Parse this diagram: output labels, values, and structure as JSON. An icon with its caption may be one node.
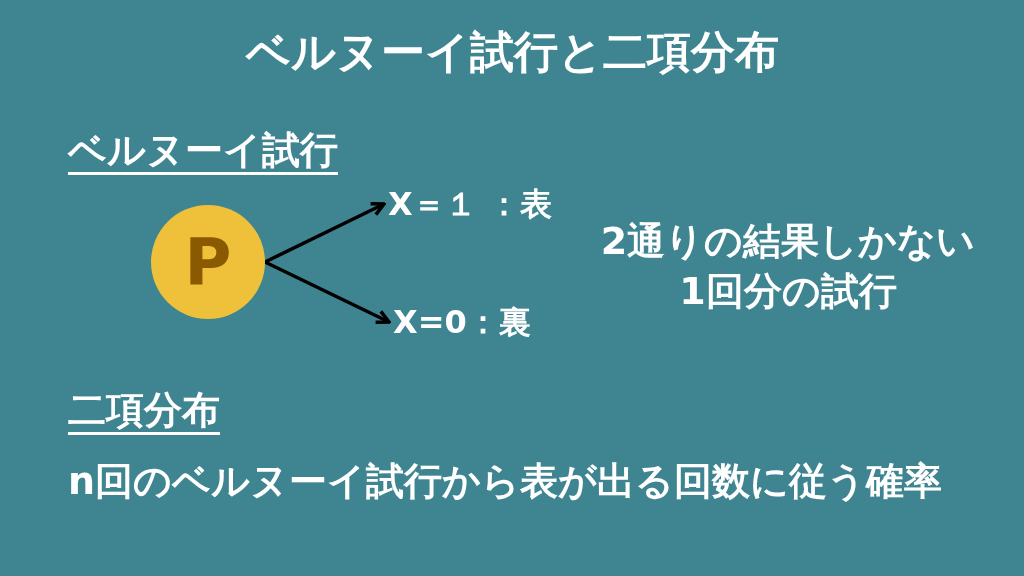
{
  "diagram": {
    "title": "ベルヌーイ試行と二項分布",
    "nodes": [
      {
        "text": [
          "P"
        ]
      },
      {
        "text": [
          "X＝１ ：表"
        ]
      },
      {
        "text": [
          "X=0：裏"
        ]
      }
    ],
    "edges": [
      {
        "from": 0,
        "to": 1,
        "arrow": "to"
      },
      {
        "from": 0,
        "to": 2,
        "arrow": "to"
      }
    ],
    "labels": [
      "ベルヌーイ試行",
      "2通りの結果しかない1回分の試行",
      "二項分布",
      "n回のベルヌーイ試行から表が出る回数に従う確率"
    ]
  }
}
